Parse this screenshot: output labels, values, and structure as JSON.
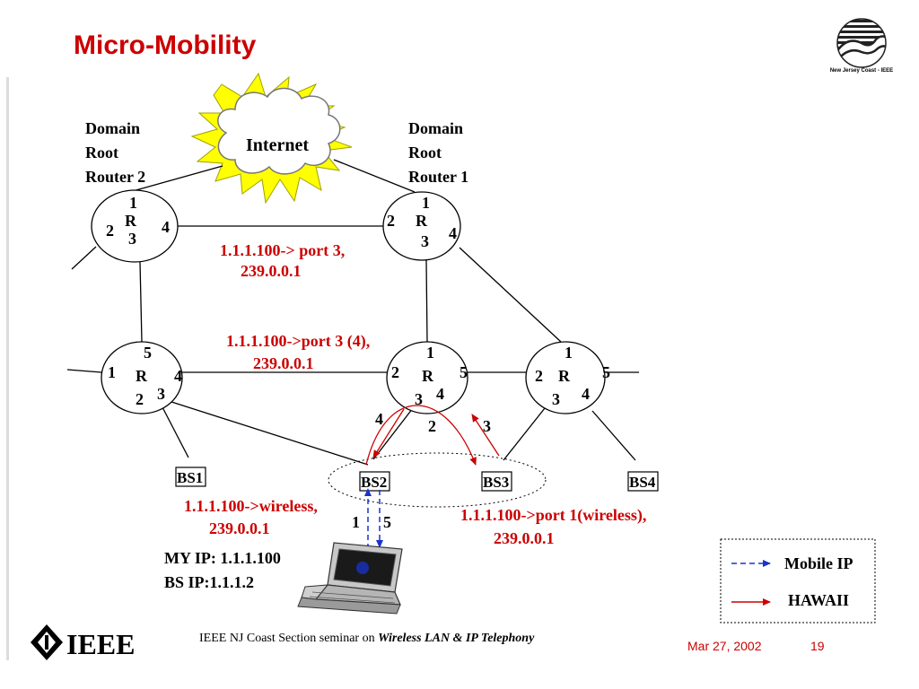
{
  "slide": {
    "title": "Micro-Mobility",
    "logo_text": "New Jersey Coast - IEEE",
    "footer_prefix": "IEEE NJ Coast Section seminar on ",
    "footer_topic": "Wireless LAN & IP Telephony",
    "date": "Mar 27, 2002",
    "page_number": "19",
    "ieee_logo_text": "IEEE"
  },
  "diagram": {
    "internet_label": "Internet",
    "root_router_2_lines": [
      "Domain",
      "Root",
      "Router 2"
    ],
    "root_router_1_lines": [
      "Domain",
      "Root",
      "Router 1"
    ],
    "router_letter": "R",
    "routers": [
      {
        "id": "root2",
        "ports": [
          "1",
          "2",
          "3",
          "4"
        ]
      },
      {
        "id": "root1",
        "ports": [
          "1",
          "2",
          "3",
          "4"
        ]
      },
      {
        "id": "left",
        "ports": [
          "5",
          "1",
          "4",
          "2",
          "3"
        ]
      },
      {
        "id": "center",
        "ports": [
          "1",
          "2",
          "5",
          "3",
          "4"
        ]
      },
      {
        "id": "right",
        "ports": [
          "1",
          "2",
          "5",
          "3",
          "4"
        ]
      }
    ],
    "link_labels": [
      "4",
      "2",
      "3"
    ],
    "base_stations": [
      "BS1",
      "BS2",
      "BS3",
      "BS4"
    ],
    "annotations": {
      "root1_entry": [
        "1.1.1.100-> port 3,",
        "239.0.0.1"
      ],
      "center_entry": [
        "1.1.1.100->port 3 (4),",
        "239.0.0.1"
      ],
      "bs2_entry": [
        "1.1.1.100->wireless,",
        "239.0.0.1"
      ],
      "bs3_entry": [
        "1.1.1.100->port 1(wireless),",
        "239.0.0.1"
      ]
    },
    "wireless_ports": [
      "1",
      "5"
    ],
    "host_info": [
      "MY IP: 1.1.1.100",
      "BS IP:1.1.1.2"
    ],
    "legend": {
      "mobile_ip": "Mobile IP",
      "hawaii": "HAWAII",
      "mobile_ip_color": "#1a33cc",
      "hawaii_color": "#cc0000"
    }
  }
}
